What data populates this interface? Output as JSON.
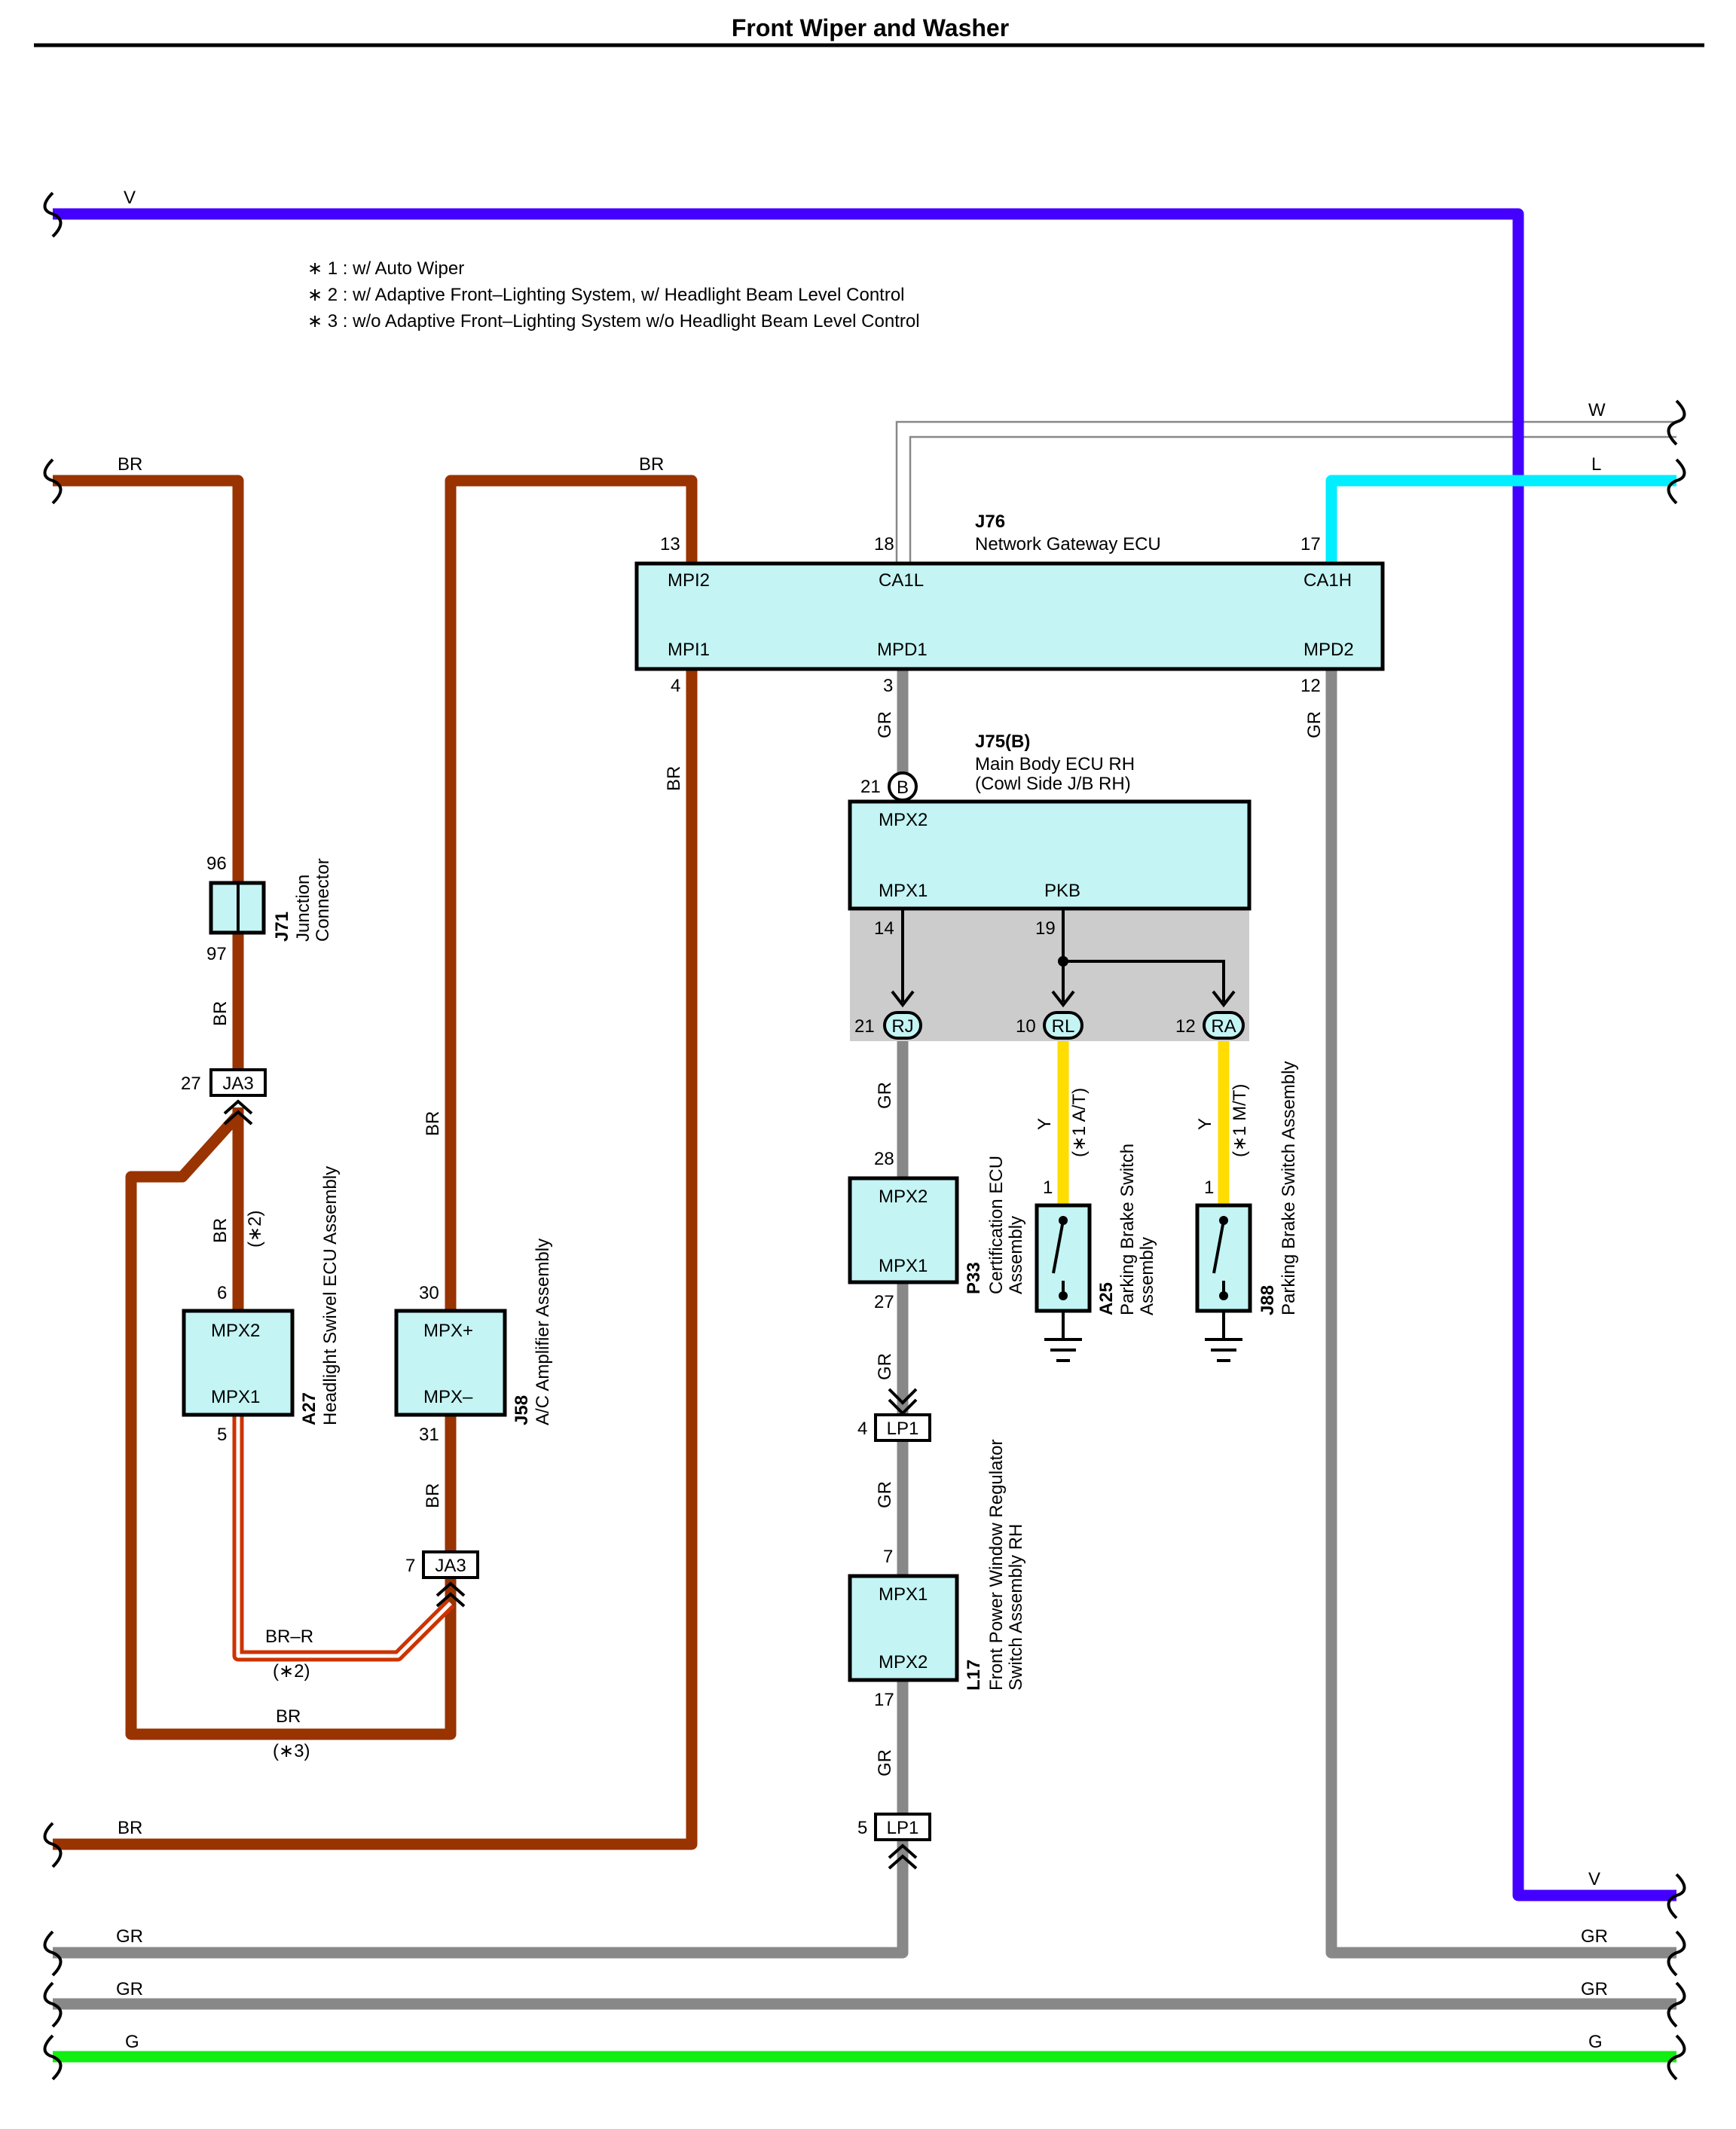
{
  "title": "Front Wiper and Washer",
  "notes": [
    "∗ 1 : w/ Auto Wiper",
    "∗ 2 : w/ Adaptive Front–Lighting System,  w/ Headlight Beam Level Control",
    "∗ 3 : w/o Adaptive Front–Lighting System w/o Headlight Beam Level Control"
  ],
  "wire_colors": {
    "BR": "#993300",
    "GR": "#888888",
    "V": "#4400ff",
    "L": "#00eeff",
    "Y": "#ffdd00",
    "G": "#11ee11",
    "W": "#888888",
    "BR-R": "#cc3300"
  },
  "wires": {
    "v_top": "V",
    "br_left_top": "BR",
    "br_center_top": "BR",
    "w_right": "W",
    "l_right": "L",
    "br_bottom": "BR",
    "v_bottom": "V",
    "gr_bottom_left_1": "GR",
    "gr_bottom_left_2": "GR",
    "g_bottom_left": "G",
    "gr_bottom_right_1": "GR",
    "gr_bottom_right_2": "GR",
    "g_bottom_right": "G",
    "br_j71": "BR",
    "br_a27": "BR",
    "br_j58_top": "BR",
    "br_j58_bottom": "BR",
    "br_j76_down": "BR",
    "gr_j76_3": "GR",
    "gr_j76_12": "GR",
    "gr_rj": "GR",
    "gr_p33": "GR",
    "gr_lp1": "GR",
    "gr_l17": "GR",
    "y_rl": "Y",
    "y_ra": "Y",
    "br_r": "BR–R",
    "br_loop": "BR",
    "note_at": "(∗1 A/T)",
    "note_mt": "(∗1 M/T)",
    "note_2a": "(∗2)",
    "note_2b": "(∗2)",
    "note_3": "(∗3)"
  },
  "components": {
    "j76": {
      "code": "J76",
      "name": "Network Gateway ECU",
      "mpi2": "MPI2",
      "ca1l": "CA1L",
      "ca1h": "CA1H",
      "mpi1": "MPI1",
      "mpd1": "MPD1",
      "mpd2": "MPD2",
      "p13": "13",
      "p18": "18",
      "p17": "17",
      "p4": "4",
      "p3": "3",
      "p12": "12"
    },
    "j75": {
      "code": "J75(B)",
      "name": "Main Body ECU RH",
      "sub": "(Cowl Side J/B RH)",
      "conn": "B",
      "p21": "21",
      "mpx2": "MPX2",
      "mpx1": "MPX1",
      "pkb": "PKB",
      "p14": "14",
      "p19": "19"
    },
    "j71": {
      "code": "J71",
      "name1": "Junction",
      "name2": "Connector",
      "p96": "96",
      "p97": "97"
    },
    "ja3_top": {
      "label": "JA3",
      "pin": "27"
    },
    "ja3_bottom": {
      "label": "JA3",
      "pin": "7"
    },
    "a27": {
      "code": "A27",
      "name": "Headlight Swivel ECU Assembly",
      "mpx2": "MPX2",
      "mpx1": "MPX1",
      "p6": "6",
      "p5": "5"
    },
    "j58": {
      "code": "J58",
      "name": "A/C Amplifier Assembly",
      "mpxp": "MPX+",
      "mpxm": "MPX–",
      "p30": "30",
      "p31": "31"
    },
    "p33": {
      "code": "P33",
      "name1": "Certification ECU",
      "name2": "Assembly",
      "mpx2": "MPX2",
      "mpx1": "MPX1",
      "p28": "28",
      "p27": "27"
    },
    "l17": {
      "code": "L17",
      "name1": "Front Power Window Regulator",
      "name2": "Switch Assembly RH",
      "mpx1": "MPX1",
      "mpx2": "MPX2",
      "p7": "7",
      "p17": "17"
    },
    "lp1_top": {
      "label": "LP1",
      "pin": "4"
    },
    "lp1_bottom": {
      "label": "LP1",
      "pin": "5"
    },
    "rj": {
      "label": "RJ",
      "pin": "21"
    },
    "rl": {
      "label": "RL",
      "pin": "10"
    },
    "ra": {
      "label": "RA",
      "pin": "12"
    },
    "a25": {
      "code": "A25",
      "name1": "Parking Brake Switch",
      "name2": "Assembly",
      "p1": "1"
    },
    "j88": {
      "code": "J88",
      "name": "Parking Brake Switch Assembly",
      "p1": "1"
    }
  }
}
